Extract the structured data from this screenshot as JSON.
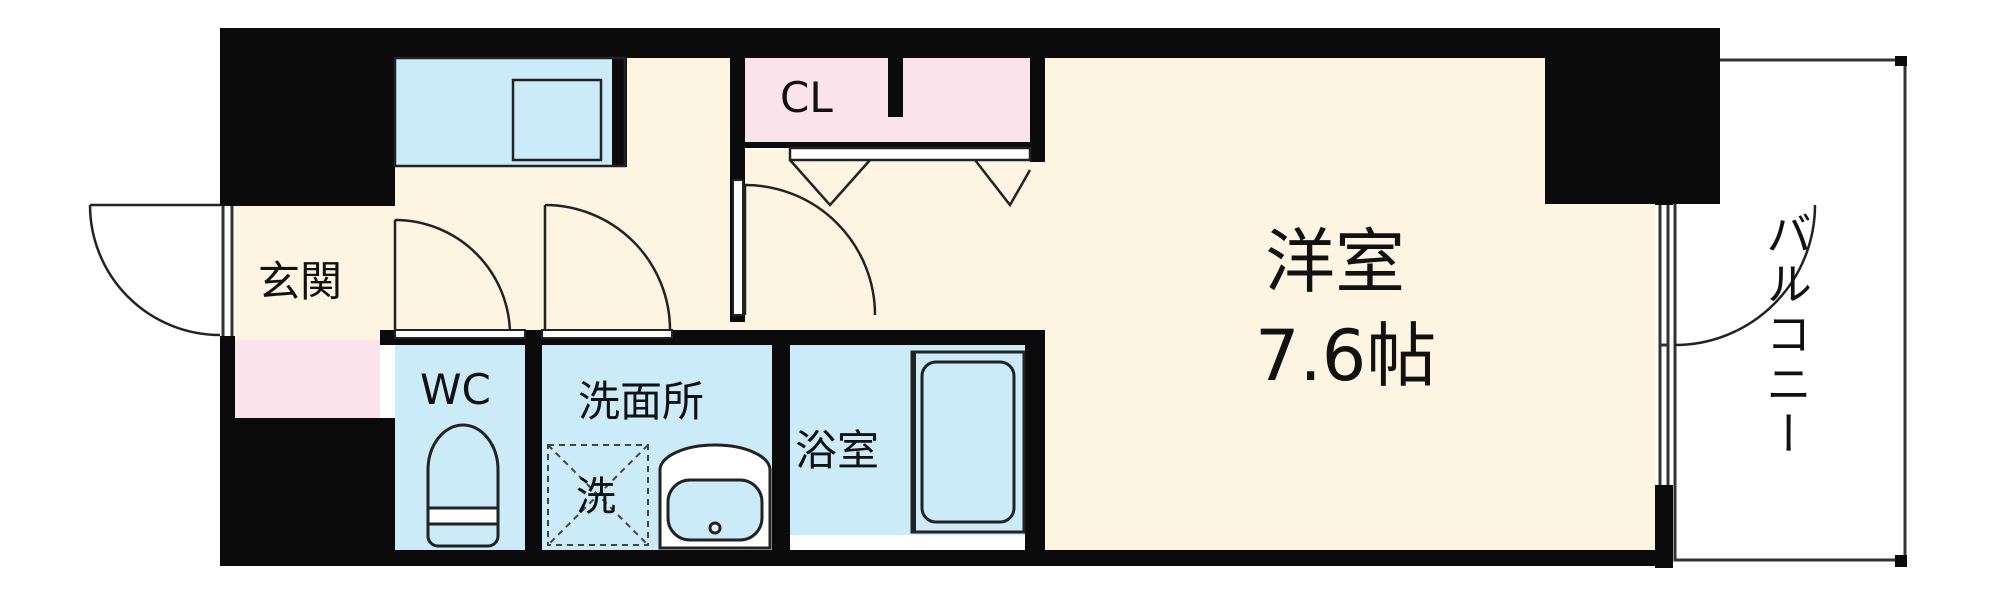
{
  "colors": {
    "wall": "#0b0b0b",
    "floor": "#fdf5e2",
    "wet_area": "#ccebf8",
    "closet": "#fbe3ec",
    "shoe_box": "#fbe3ec",
    "outline": "#222222",
    "background": "#ffffff"
  },
  "rooms": {
    "western_room": {
      "name": "洋室",
      "size": "7.6帖"
    },
    "entrance": {
      "name": "玄関"
    },
    "toilet": {
      "name": "WC"
    },
    "washroom": {
      "name": "洗面所"
    },
    "washer": {
      "name": "洗"
    },
    "bathroom": {
      "name": "浴室"
    },
    "closet": {
      "name": "CL"
    },
    "balcony": {
      "name": "バルコニー"
    }
  },
  "icons": [
    "toilet-icon",
    "washbasin-icon",
    "bathtub-icon",
    "washing-machine-space-icon",
    "kitchen-counter-icon",
    "door-swing-icon"
  ]
}
